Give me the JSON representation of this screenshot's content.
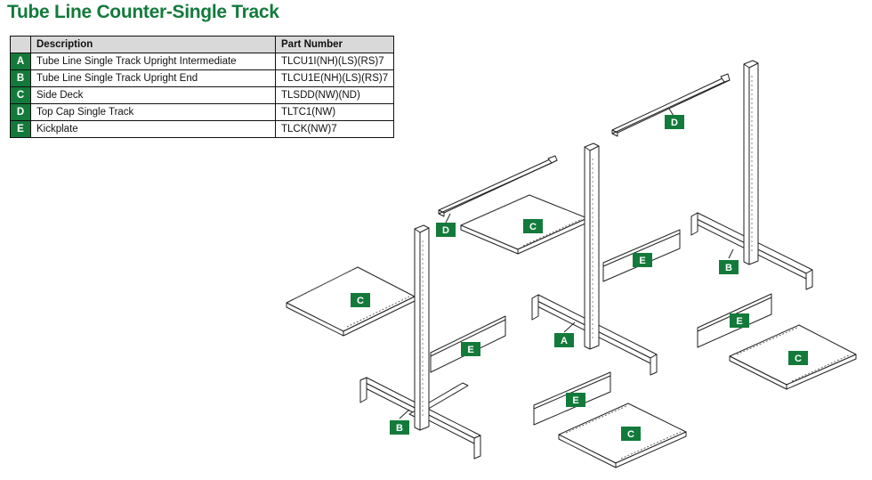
{
  "title": "Tube Line Counter-Single Track",
  "table": {
    "headers": {
      "description": "Description",
      "part_number": "Part Number"
    },
    "rows": [
      {
        "key": "A",
        "description": "Tube Line Single Track Upright Intermediate",
        "part": "TLCU1I(NH)(LS)(RS)7"
      },
      {
        "key": "B",
        "description": "Tube Line Single Track Upright End",
        "part": "TLCU1E(NH)(LS)(RS)7"
      },
      {
        "key": "C",
        "description": "Side Deck",
        "part": "TLSDD(NW)(ND)"
      },
      {
        "key": "D",
        "description": "Top Cap Single Track",
        "part": "TLTC1(NW)"
      },
      {
        "key": "E",
        "description": "Kickplate",
        "part": "TLCK(NW)7"
      }
    ]
  },
  "callouts": {
    "A": "A",
    "B": "B",
    "C": "C",
    "D": "D",
    "E": "E"
  },
  "colors": {
    "brand_green": "#137a3b",
    "header_gray": "#d9d9d9"
  }
}
